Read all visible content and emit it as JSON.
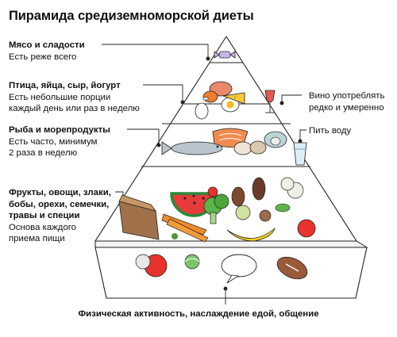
{
  "title": "Пирамида средиземноморской диеты",
  "tiers": [
    {
      "heading": "Мясо и сладости",
      "lines": [
        "Есть реже всего"
      ]
    },
    {
      "heading": "Птица, яйца, сыр, йогурт",
      "lines": [
        "Есть небольшие порции",
        "каждый день или раз в неделю"
      ]
    },
    {
      "heading": "Рыба и морепродукты",
      "lines": [
        "Есть часто, минимум",
        "2 раза в неделю"
      ]
    },
    {
      "heading_lines": [
        "Фрукты, овощи, злаки,",
        "бобы, орехи, семечки,",
        "травы и специи"
      ],
      "lines": [
        "Основа каждого",
        "приема пищи"
      ]
    }
  ],
  "side_notes": {
    "wine": [
      "Вино употреблять",
      "редко и умеренно"
    ],
    "water": "Пить воду"
  },
  "base_caption": "Физическая активность, наслаждение едой, общение",
  "icons": [
    "candy-icon",
    "meat-icon",
    "chicken-leg-icon",
    "egg-icon",
    "cheese-icon",
    "wine-glass-icon",
    "fish-icon",
    "salmon-icon",
    "mushroom-icon",
    "oyster-icon",
    "water-glass-icon",
    "watermelon-icon",
    "bread-icon",
    "carrot-icon",
    "broccoli-icon",
    "banana-icon",
    "tomato-icon",
    "cauliflower-icon",
    "eggplant-icon",
    "radish-icon",
    "chocolate-icon",
    "tennis-ball-icon",
    "speech-bubble-icon",
    "football-icon"
  ]
}
